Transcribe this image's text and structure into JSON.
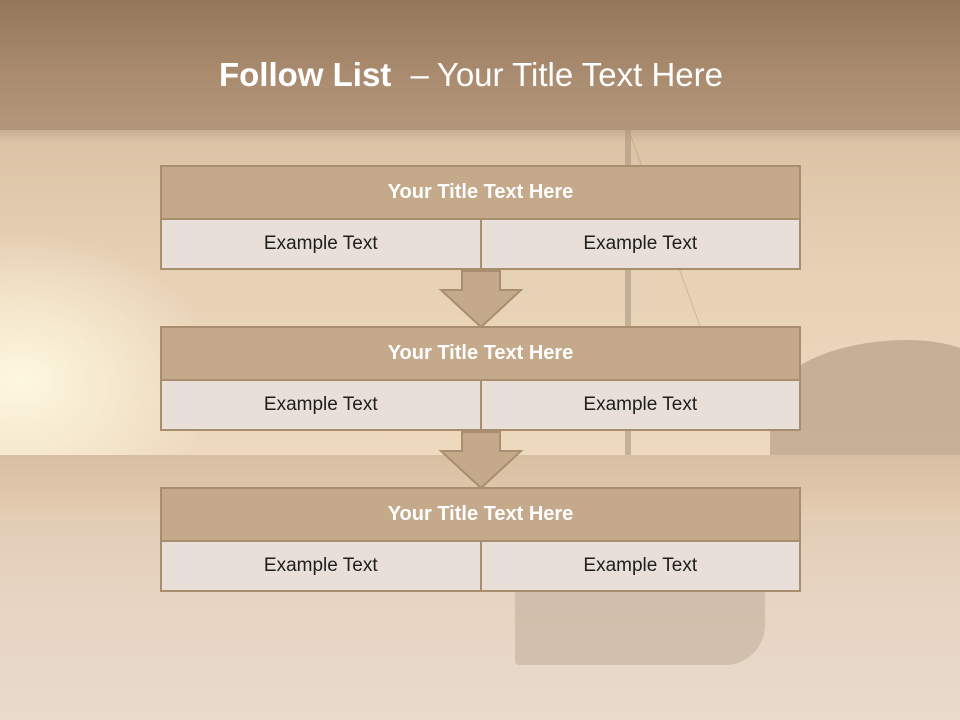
{
  "title": {
    "bold": "Follow List",
    "dash": "–",
    "rest": "Your Title Text Here"
  },
  "blocks": [
    {
      "title": "Your Title Text Here",
      "left": "Example Text",
      "right": "Example Text"
    },
    {
      "title": "Your Title Text Here",
      "left": "Example Text",
      "right": "Example Text"
    },
    {
      "title": "Your Title Text Here",
      "left": "Example Text",
      "right": "Example Text"
    }
  ],
  "colors": {
    "header": "#a5866a",
    "block_title_fill": "#c4a98b",
    "block_border": "#a88d6f",
    "cell_fill": "#e7dfd8"
  }
}
